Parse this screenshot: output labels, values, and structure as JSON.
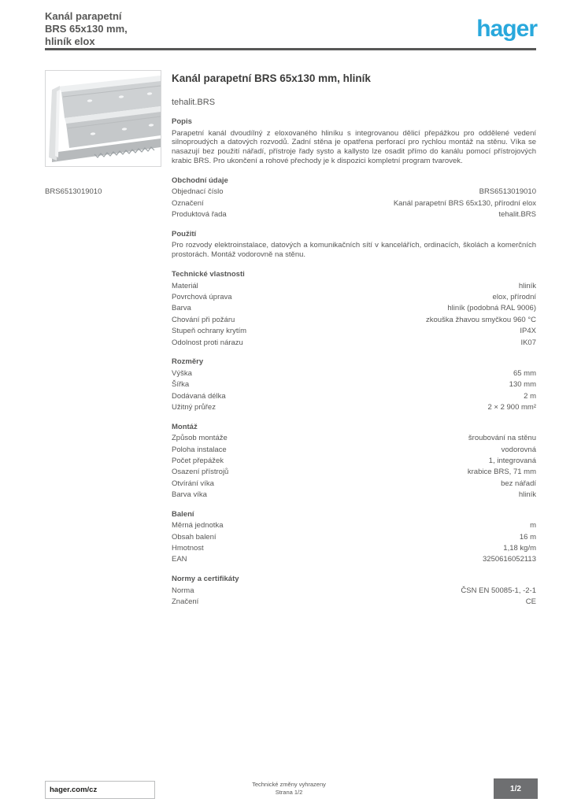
{
  "header": {
    "title_lines": [
      "Kanál parapetní",
      "BRS 65x130 mm,",
      "hliník elox"
    ],
    "logo_text": "hager",
    "brand_color": "#29a8dc"
  },
  "product": {
    "title": "Kanál parapetní BRS 65x130 mm, hliník",
    "family": "tehalit.BRS",
    "order_ref": "BRS6513019010",
    "image": "aluminium-trunking-profile"
  },
  "sections": [
    {
      "title": "Popis",
      "text": "Parapetní kanál dvoudílný z eloxovaného hliníku s integrovanou dělicí přepážkou pro oddělené vedení silnoproudých a datových rozvodů. Zadní stěna je opatřena perforací pro rychlou montáž na stěnu. Víka se nasazují bez použití nářadí, přístroje řady systo a kallysto lze osadit přímo do kanálu pomocí přístrojových krabic BRS. Pro ukončení a rohové přechody je k dispozici kompletní program tvarovek."
    },
    {
      "title": "Obchodní údaje",
      "rows": [
        {
          "label": "Objednací číslo",
          "value": "BRS6513019010"
        },
        {
          "label": "Označení",
          "value": "Kanál parapetní BRS 65x130, přírodní elox"
        },
        {
          "label": "Produktová řada",
          "value": "tehalit.BRS"
        }
      ]
    },
    {
      "title": "Použití",
      "text": "Pro rozvody elektroinstalace, datových a komunikačních sítí v kancelářích, ordinacích, školách a komerčních prostorách. Montáž vodorovně na stěnu."
    },
    {
      "title": "Technické vlastnosti",
      "rows": [
        {
          "label": "Materiál",
          "value": "hliník"
        },
        {
          "label": "Povrchová úprava",
          "value": "elox, přírodní"
        },
        {
          "label": "Barva",
          "value": "hliník (podobná RAL 9006)"
        },
        {
          "label": "Chování při požáru",
          "value": "zkouška žhavou smyčkou 960 °C"
        },
        {
          "label": "Stupeň ochrany krytím",
          "value": "IP4X"
        },
        {
          "label": "Odolnost proti nárazu",
          "value": "IK07"
        }
      ]
    },
    {
      "title": "Rozměry",
      "rows": [
        {
          "label": "Výška",
          "value": "65 mm"
        },
        {
          "label": "Šířka",
          "value": "130 mm"
        },
        {
          "label": "Dodávaná délka",
          "value": "2 m"
        },
        {
          "label": "Užitný průřez",
          "value": "2 × 2 900 mm²"
        }
      ]
    },
    {
      "title": "Montáž",
      "rows": [
        {
          "label": "Způsob montáže",
          "value": "šroubování na stěnu"
        },
        {
          "label": "Poloha instalace",
          "value": "vodorovná"
        },
        {
          "label": "Počet přepážek",
          "value": "1, integrovaná"
        },
        {
          "label": "Osazení přístrojů",
          "value": "krabice BRS, 71 mm"
        },
        {
          "label": "Otvírání víka",
          "value": "bez nářadí"
        },
        {
          "label": "Barva víka",
          "value": "hliník"
        }
      ]
    },
    {
      "title": "Balení",
      "rows": [
        {
          "label": "Měrná jednotka",
          "value": "m"
        },
        {
          "label": "Obsah balení",
          "value": "16 m"
        },
        {
          "label": "Hmotnost",
          "value": "1,18 kg/m"
        },
        {
          "label": "EAN",
          "value": "3250616052113"
        }
      ]
    },
    {
      "title": "Normy a certifikáty",
      "rows": [
        {
          "label": "Norma",
          "value": "ČSN EN 50085-1, -2-1"
        },
        {
          "label": "Značení",
          "value": "CE"
        }
      ]
    }
  ],
  "footer": {
    "site": "hager.com/cz",
    "note": "Technické změny vyhrazeny",
    "page_label": "Strana 1/2",
    "badge": "1/2"
  }
}
